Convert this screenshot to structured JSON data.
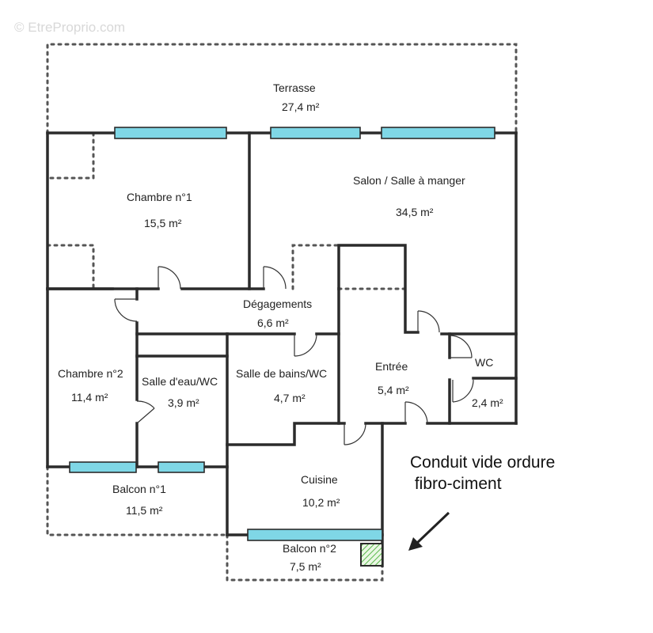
{
  "watermark": "© EtreProprio.com",
  "rooms": {
    "terrasse": {
      "name": "Terrasse",
      "area": "27,4  m²"
    },
    "chambre1": {
      "name": "Chambre n°1",
      "area": "15,5  m²"
    },
    "salon": {
      "name": "Salon / Salle à manger",
      "area": "34,5  m²"
    },
    "degagements": {
      "name": "Dégagements",
      "area": "6,6  m²"
    },
    "chambre2": {
      "name": "Chambre n°2",
      "area": "11,4  m²"
    },
    "salle_eau": {
      "name": "Salle d'eau/WC",
      "area": "3,9  m²"
    },
    "salle_bains": {
      "name": "Salle de bains/WC",
      "area": "4,7  m²"
    },
    "entree": {
      "name": "Entrée",
      "area": "5,4  m²"
    },
    "wc": {
      "name": "WC",
      "area": "2,4  m²"
    },
    "balcon1": {
      "name": "Balcon n°1",
      "area": "11,5  m²"
    },
    "cuisine": {
      "name": "Cuisine",
      "area": "10,2  m²"
    },
    "balcon2": {
      "name": "Balcon n°2",
      "area": "7,5  m²"
    }
  },
  "note": {
    "line1": "Conduit vide ordure",
    "line2": " fibro-ciment"
  },
  "colors": {
    "window": "#7fd7e6",
    "wall": "#2b2b2b",
    "duct_hatch": "#59b84a"
  }
}
